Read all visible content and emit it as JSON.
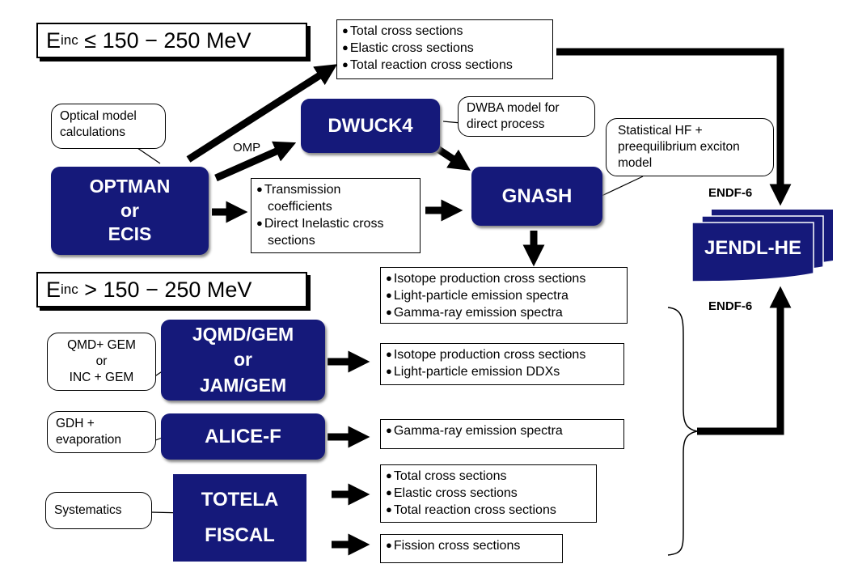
{
  "energy_labels": {
    "low": {
      "prefix": "E",
      "sub": "inc",
      "rel": " ≤ 150 − 250 MeV"
    },
    "high": {
      "prefix": "E",
      "sub": "inc",
      "rel": " > 150 − 250 MeV"
    }
  },
  "codes": {
    "optman": [
      "OPTMAN",
      "or",
      "ECIS"
    ],
    "dwuck4": "DWUCK4",
    "gnash": "GNASH",
    "jendl": "JENDL-HE",
    "jqmd": [
      "JQMD/GEM",
      "or",
      "JAM/GEM"
    ],
    "alice": "ALICE-F",
    "totela": "TOTELA",
    "fiscal": "FISCAL"
  },
  "notes": {
    "optical": [
      "Optical model",
      "calculations"
    ],
    "dwba": [
      "DWBA model for",
      "direct process"
    ],
    "statistical": [
      "Statistical HF +",
      "preequilibrium  exciton",
      "model"
    ],
    "qmd": [
      "QMD+ GEM",
      "or",
      "INC + GEM"
    ],
    "gdh": [
      "GDH +",
      "evaporation"
    ],
    "systematics": [
      "Systematics"
    ]
  },
  "labels": {
    "omp": "OMP",
    "endf_top": "ENDF-6",
    "endf_bottom": "ENDF-6"
  },
  "outputs": {
    "optical_xs": [
      "Total cross sections",
      "Elastic cross sections",
      "Total reaction cross sections"
    ],
    "transmission": [
      "Transmission",
      "coefficients",
      "Direct Inelastic cross",
      "sections"
    ],
    "gnash_out": [
      "Isotope production cross sections",
      "Light-particle emission spectra",
      "Gamma-ray emission spectra"
    ],
    "jqmd_out": [
      "Isotope production cross sections",
      "Light-particle emission DDXs"
    ],
    "alice_out": [
      "Gamma-ray emission spectra"
    ],
    "totela_out": [
      "Total cross sections",
      "Elastic cross sections",
      "Total reaction cross sections"
    ],
    "fiscal_out": [
      "Fission cross sections"
    ]
  },
  "colors": {
    "box": "#15197a",
    "ink": "#000000"
  }
}
